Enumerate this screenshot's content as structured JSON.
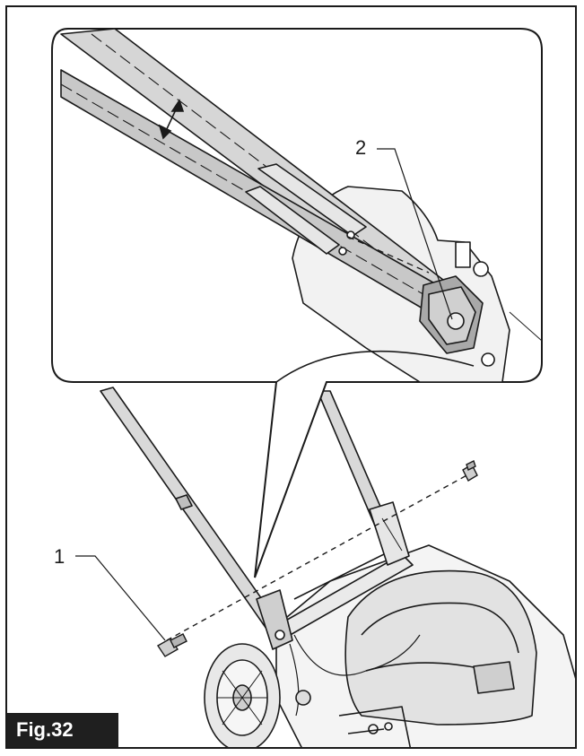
{
  "figure": {
    "label": "Fig.32"
  },
  "callouts": [
    {
      "id": "1",
      "text": "1"
    },
    {
      "id": "2",
      "text": "2"
    }
  ],
  "icons": [
    "bolt-icon",
    "adjust-arrow-icon"
  ],
  "colors": {
    "line": "#1a1a1a",
    "fill_handle": "#d9d9d9",
    "fill_light": "#eeeeee",
    "badge_bg": "#1f1f1f",
    "badge_text": "#ffffff"
  }
}
